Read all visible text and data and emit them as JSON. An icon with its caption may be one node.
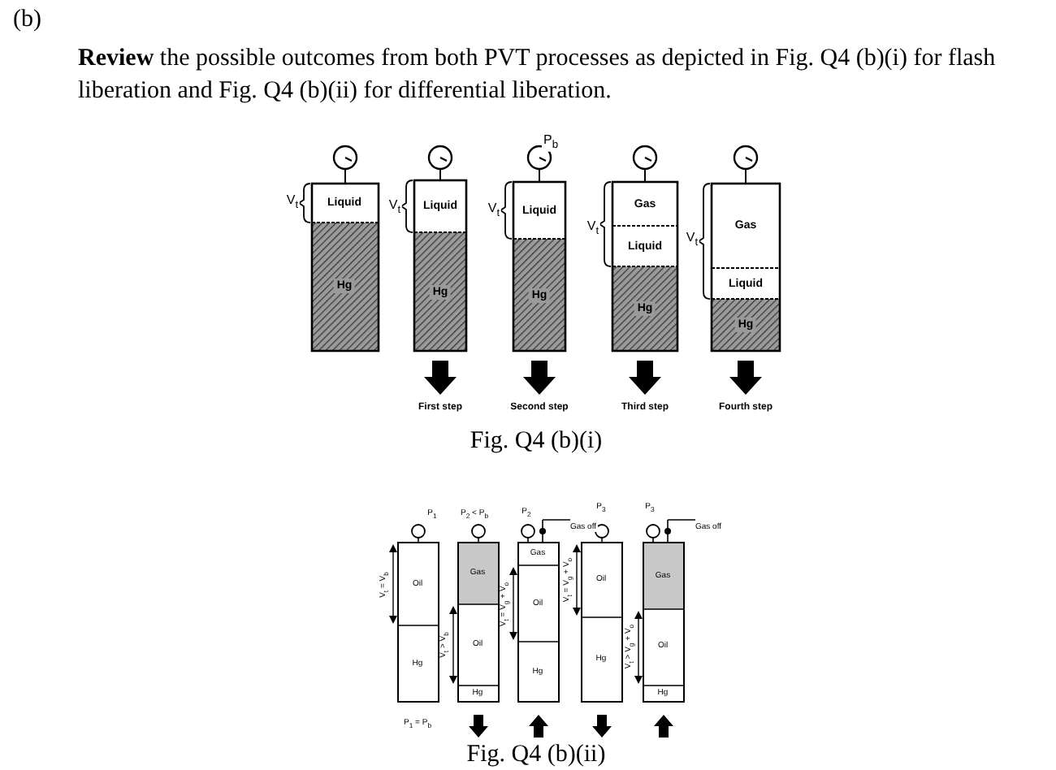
{
  "diagram": {
    "title": "(b)",
    "labels": [
      "**Review** the possible outcomes from both PVT processes as depicted in Fig. Q4 (b)(i) for flash liberation and Fig. Q4 (b)(ii) for differential liberation.",
      "P$_{b}$",
      "V$_{t}$",
      "Liquid",
      "Hg",
      "V$_{t}$",
      "Liquid",
      "Hg",
      "V$_{t}$",
      "Liquid",
      "Hg",
      "V$_{t}$",
      "Gas",
      "Liquid",
      "Hg",
      "V$_{t}$",
      "Gas",
      "Liquid",
      "Hg",
      "First step",
      "Second step",
      "Third step",
      "Fourth step",
      "Fig. Q4 (b)(i)",
      "P$_{1}$",
      "P$_{2}$ < P$_{b}$",
      "P$_{2}$",
      "Gas off",
      "P$_{3}$",
      "P$_{3}$",
      "Gas off",
      "V$_{t}$ = V$_{b}$",
      "Oil",
      "Hg",
      "V$_{t}$ > V$_{b}$",
      "Gas",
      "Oil",
      "Hg",
      "V$_{t}$ = V$_{g}$ + V$_{o}$",
      "Gas",
      "Oil",
      "Hg",
      "V$_{t}$ = V$_{g}$ + V$_{o}$",
      "Oil",
      "Hg",
      "V$_{t}$ > V$_{g}$ + V$_{o}$",
      "Gas",
      "Oil",
      "Hg",
      "P$_{1}$ = P$_{b}$",
      "Fig. Q4 (b)(ii)"
    ]
  }
}
